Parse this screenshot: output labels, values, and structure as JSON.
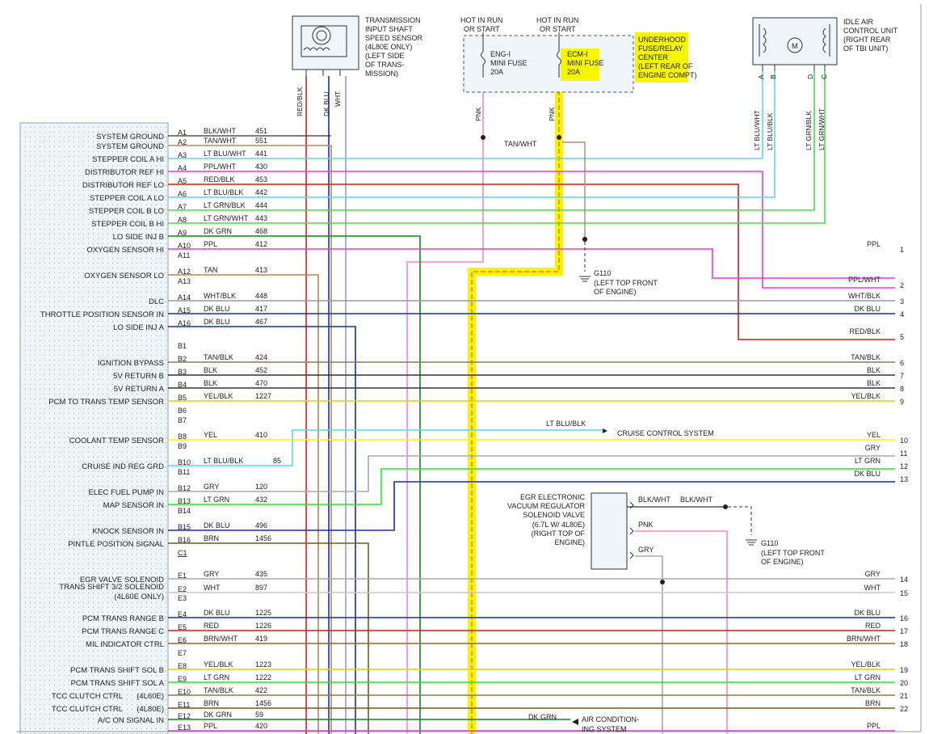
{
  "diagram": {
    "tiss": [
      "TRANSMISSION",
      "INPUT SHAFT",
      "SPEED SENSOR",
      "(4L80E ONLY)",
      "(LEFT SIDE",
      "OF TRANS-",
      "MISSION)"
    ],
    "hot_run_1": [
      "HOT IN RUN",
      "OR START"
    ],
    "hot_run_2": [
      "HOT IN RUN",
      "OR START"
    ],
    "fuse_eng": [
      "ENG-I",
      "MINI FUSE",
      "20A"
    ],
    "fuse_ecm": [
      "ECM-I",
      "MINI FUSE",
      "20A"
    ],
    "underhood": [
      "UNDERHOOD",
      "FUSE/RELAY",
      "CENTER",
      "(LEFT REAR OF",
      "ENGINE COMPT)"
    ],
    "iac": [
      "IDLE AIR",
      "CONTROL UNIT",
      "(RIGHT REAR",
      "OF TBI UNIT)"
    ],
    "iac_motor": "M",
    "iac_pins": [
      "A",
      "B",
      "D",
      "C"
    ],
    "iac_wires": [
      "LT BLU/WHT",
      "LT BLU/BLK",
      "LT GRN/BLK",
      "LT GRN/WHT"
    ],
    "tiss_wires": [
      "RED/BLK",
      "DK BLU",
      "WHT"
    ],
    "pnk_1": "PNK",
    "pnk_2": "PNK",
    "tan_wht": "TAN/WHT",
    "g110_a": [
      "G110",
      "(LEFT TOP FRONT",
      "OF ENGINE)"
    ],
    "g110_b": [
      "G110",
      "(LEFT TOP FRONT",
      "OF ENGINE)"
    ],
    "cruise_wire": "LT BLU/BLK",
    "cruise_sys": "CRUISE CONTROL SYSTEM",
    "egr_sol": [
      "EGR ELECTRONIC",
      "VACUUM REGULATOR",
      "SOLENOID VALVE",
      "(6.7L W/ 4L80E)",
      "(RIGHT TOP OF",
      "ENGINE)"
    ],
    "egr_wires": [
      "BLK/WHT",
      "BLK/WHT",
      "PNK",
      "GRY"
    ],
    "ac_wire": "DK GRN",
    "ac_sys": [
      "AIR CONDITION-",
      "ING SYSTEM"
    ],
    "c1_header": "C1"
  },
  "rows": [
    {
      "fn": "SYSTEM GROUND",
      "pin": "A1",
      "wire": "BLK/WHT",
      "ckt": "451",
      "color": "#333333"
    },
    {
      "fn": "SYSTEM GROUND",
      "pin": "A2",
      "wire": "TAN/WHT",
      "ckt": "551",
      "color": "#a58f67"
    },
    {
      "fn": "STEPPER COIL A HI",
      "pin": "A3",
      "wire": "LT BLU/WHT",
      "ckt": "441",
      "color": "#5fd7ea"
    },
    {
      "fn": "DISTRIBUTOR REF HI",
      "pin": "A4",
      "wire": "PPL/WHT",
      "ckt": "430",
      "color": "#e23ce6"
    },
    {
      "fn": "DISTRIBUTOR REF LO",
      "pin": "A5",
      "wire": "RED/BLK",
      "ckt": "453",
      "color": "#d21f1f"
    },
    {
      "fn": "STEPPER COIL A LO",
      "pin": "A6",
      "wire": "LT BLU/BLK",
      "ckt": "442",
      "color": "#5fd7ea"
    },
    {
      "fn": "STEPPER COIL B LO",
      "pin": "A7",
      "wire": "LT GRN/BLK",
      "ckt": "444",
      "color": "#4fd84f"
    },
    {
      "fn": "STEPPER COIL B HI",
      "pin": "A8",
      "wire": "LT GRN/WHT",
      "ckt": "443",
      "color": "#4fd84f"
    },
    {
      "fn": "LO SIDE INJ B",
      "pin": "A9",
      "wire": "DK GRN",
      "ckt": "468",
      "color": "#14871e"
    },
    {
      "fn": "OXYGEN SENSOR HI",
      "pin": "A10",
      "wire": "PPL",
      "ckt": "412",
      "color": "#e23ce6",
      "r": "PPL",
      "n": "1"
    },
    {
      "fn": "",
      "pin": "A11",
      "wire": "",
      "ckt": "",
      "color": ""
    },
    {
      "fn": "OXYGEN SENSOR LO",
      "pin": "A12",
      "wire": "TAN",
      "ckt": "413",
      "color": "#b08a55"
    },
    {
      "fn": "",
      "pin": "A13",
      "wire": "",
      "ckt": "",
      "color": ""
    },
    {
      "fn": "DLC",
      "pin": "A14",
      "wire": "WHT/BLK",
      "ckt": "448",
      "color": "#9a9a9a",
      "r": "WHT/BLK",
      "n": "3"
    },
    {
      "fn": "THROTTLE POSITION SENSOR IN",
      "pin": "A15",
      "wire": "DK BLU",
      "ckt": "417",
      "color": "#1c2fa0",
      "r": "DK BLU",
      "n": "4"
    },
    {
      "fn": "LO SIDE INJ A",
      "pin": "A16",
      "wire": "DK BLU",
      "ckt": "467",
      "color": "#1c2fa0"
    },
    {
      "fn": "",
      "pin": "B1",
      "wire": "",
      "ckt": "",
      "color": ""
    },
    {
      "fn": "IGNITION BYPASS",
      "pin": "B2",
      "wire": "TAN/BLK",
      "ckt": "424",
      "color": "#8b7a5a",
      "r": "TAN/BLK",
      "n": "6"
    },
    {
      "fn": "5V RETURN B",
      "pin": "B3",
      "wire": "BLK",
      "ckt": "452",
      "color": "#333333",
      "r": "BLK",
      "n": "7"
    },
    {
      "fn": "5V RETURN A",
      "pin": "B4",
      "wire": "BLK",
      "ckt": "470",
      "color": "#333333",
      "r": "BLK",
      "n": "8"
    },
    {
      "fn": "PCM TO TRANS TEMP SENSOR",
      "pin": "B5",
      "wire": "YEL/BLK",
      "ckt": "1227",
      "color": "#d6d600",
      "r": "YEL/BLK",
      "n": "9"
    },
    {
      "fn": "",
      "pin": "B6",
      "wire": "",
      "ckt": "",
      "color": ""
    },
    {
      "fn": "",
      "pin": "B7",
      "wire": "",
      "ckt": "",
      "color": ""
    },
    {
      "fn": "COOLANT TEMP SENSOR",
      "pin": "B8",
      "wire": "YEL",
      "ckt": "410",
      "color": "#f2f21c",
      "r": "YEL",
      "n": "10"
    },
    {
      "fn": "",
      "pin": "B9",
      "wire": "",
      "ckt": "",
      "color": ""
    },
    {
      "fn": "CRUISE IND REG GRD",
      "pin": "B10",
      "wire": "LT BLU/BLK",
      "ckt": "85",
      "color": "#5fd7ea"
    },
    {
      "fn": "",
      "pin": "B11",
      "wire": "",
      "ckt": "",
      "color": ""
    },
    {
      "fn": "ELEC FUEL PUMP IN",
      "pin": "B12",
      "wire": "GRY",
      "ckt": "120",
      "color": "#a8a8a8"
    },
    {
      "fn": "MAP SENSOR IN",
      "pin": "B13",
      "wire": "LT GRN",
      "ckt": "432",
      "color": "#2ee02e"
    },
    {
      "fn": "",
      "pin": "B14",
      "wire": "",
      "ckt": "",
      "color": ""
    },
    {
      "fn": "KNOCK SENSOR IN",
      "pin": "B15",
      "wire": "DK BLU",
      "ckt": "496",
      "color": "#1c2fa0"
    },
    {
      "fn": "PINTLE POSITION SIGNAL",
      "pin": "B16",
      "wire": "BRN",
      "ckt": "1456",
      "color": "#7a5424"
    },
    {
      "fn": "",
      "pin": "C1",
      "wire": "",
      "ckt": "",
      "color": ""
    },
    {
      "fn": "EGR VALVE SOLENOID",
      "pin": "E1",
      "wire": "GRY",
      "ckt": "435",
      "color": "#a8a8a8",
      "r": "GRY",
      "n": "14"
    },
    {
      "fn": "TRANS SHIFT 3/2 SOLENOID",
      "fn2": "(4L60E ONLY)",
      "pin": "E2",
      "wire": "WHT",
      "ckt": "897",
      "color": "#c8c8c8",
      "r": "WHT",
      "n": "15"
    },
    {
      "fn": "",
      "pin": "E3",
      "wire": "",
      "ckt": "",
      "color": ""
    },
    {
      "fn": "PCM TRANS RANGE B",
      "pin": "E4",
      "wire": "DK BLU",
      "ckt": "1225",
      "color": "#1c2fa0",
      "r": "DK BLU",
      "n": "16"
    },
    {
      "fn": "PCM TRANS RANGE C",
      "pin": "E5",
      "wire": "RED",
      "ckt": "1226",
      "color": "#d21f1f",
      "r": "RED",
      "n": "17"
    },
    {
      "fn": "MIL INDICATOR CTRL",
      "pin": "E6",
      "wire": "BRN/WHT",
      "ckt": "419",
      "color": "#8f6637",
      "r": "BRN/WHT",
      "n": "18"
    },
    {
      "fn": "",
      "pin": "E7",
      "wire": "",
      "ckt": "",
      "color": ""
    },
    {
      "fn": "PCM TRANS SHIFT SOL B",
      "pin": "E8",
      "wire": "YEL/BLK",
      "ckt": "1223",
      "color": "#d6d600",
      "r": "YEL/BLK",
      "n": "19"
    },
    {
      "fn": "PCM TRANS SHIFT SOL A",
      "pin": "E9",
      "wire": "LT GRN",
      "ckt": "1222",
      "color": "#2ee02e",
      "r": "LT GRN",
      "n": "20"
    },
    {
      "fn": "TCC CLUTCH CTRL",
      "fnx": "(4L60E)",
      "pin": "E10",
      "wire": "TAN/BLK",
      "ckt": "422",
      "color": "#8b7a5a",
      "r": "TAN/BLK",
      "n": "21"
    },
    {
      "fn": "TCC CLUTCH CTRL",
      "fnx": "(4L80E)",
      "pin": "E11",
      "wire": "BRN",
      "ckt": "1456",
      "color": "#7a5424",
      "r": "BRN",
      "n": "22"
    },
    {
      "fn": "A/C ON SIGNAL IN",
      "pin": "E12",
      "wire": "DK GRN",
      "ckt": "59",
      "color": "#14871e"
    },
    {
      "fn": "",
      "pin": "E13",
      "wire": "PPL",
      "ckt": "420",
      "color": "#e23ce6",
      "r": "PPL",
      "n": ""
    }
  ],
  "extra_right": [
    {
      "r": "PPL/WHT",
      "n": "2"
    },
    {
      "r": "RED/BLK",
      "n": "5"
    },
    {
      "r": "GRY",
      "n": "11"
    },
    {
      "r": "LT GRN",
      "n": "12"
    },
    {
      "r": "DK BLU",
      "n": "13"
    }
  ]
}
